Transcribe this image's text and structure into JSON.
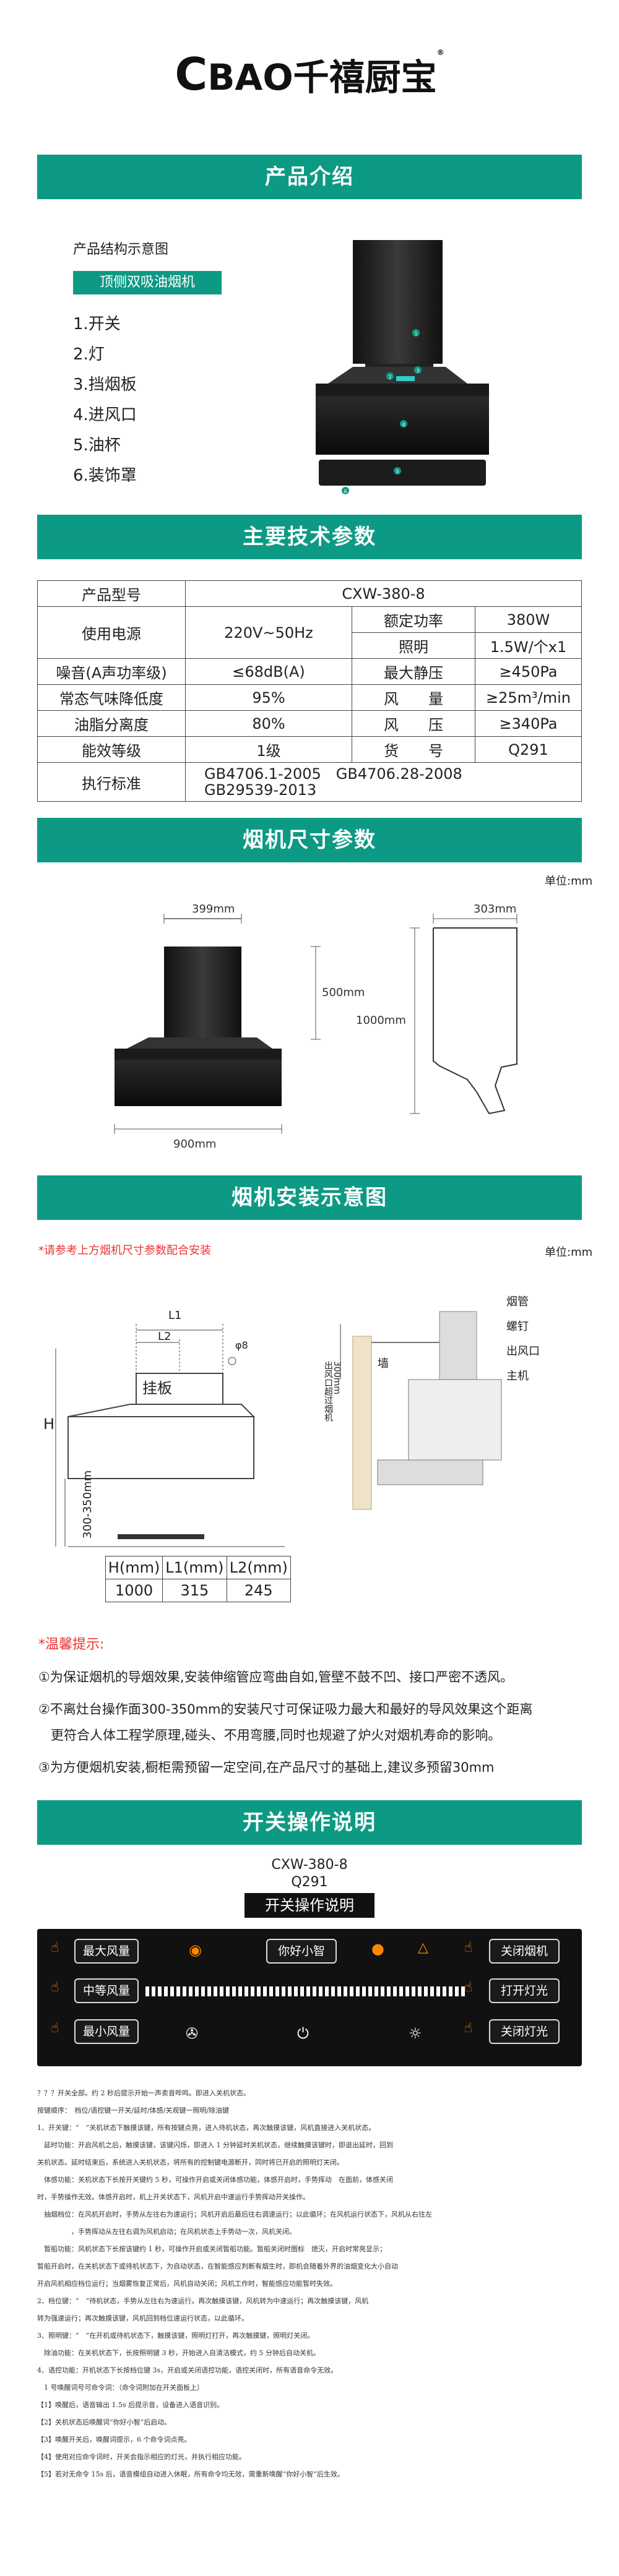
{
  "brand": {
    "name": "BAO千禧厨宝",
    "mark": "C",
    "registered": "®"
  },
  "banners": {
    "intro": "产品介绍",
    "spec": "主要技术参数",
    "dims": "烟机尺寸参数",
    "install": "烟机安装示意图",
    "operation": "开关操作说明"
  },
  "intro": {
    "diagram_title": "产品结构示意图",
    "product_tag": "顶侧双吸油烟机",
    "parts": [
      "1.开关",
      "2.灯",
      "3.挡烟板",
      "4.进风口",
      "5.油杯",
      "6.装饰罩"
    ],
    "markers": [
      "1",
      "2",
      "3",
      "4",
      "5",
      "6"
    ]
  },
  "spec_table": {
    "r1": [
      "产品型号",
      "CXW-380-8"
    ],
    "r2": [
      "使用电源",
      "220V~50Hz",
      "额定功率",
      "380W"
    ],
    "r3": [
      "照明",
      "1.5W/个x1"
    ],
    "r4": [
      "噪音(A声功率级)",
      "≤68dB(A)",
      "最大静压",
      "≥450Pa"
    ],
    "r5": [
      "常态气味降低度",
      "95%",
      "风　　量",
      "≥25m³/min"
    ],
    "r6": [
      "油脂分离度",
      "80%",
      "风　　压",
      "≥340Pa"
    ],
    "r7": [
      "能效等级",
      "1级",
      "货　　号",
      "Q291"
    ],
    "r8": [
      "执行标准",
      "GB4706.1-2005　GB4706.28-2008",
      "GB29539-2013"
    ]
  },
  "dims": {
    "unit": "单位:mm",
    "width_top": "399mm",
    "height": "500mm",
    "width": "900mm",
    "depth": "303mm",
    "total_h": "1000mm"
  },
  "install": {
    "note": "*请参考上方烟机尺寸参数配合安装",
    "unit": "单位:mm",
    "L1": "L1",
    "L2": "L2",
    "phi": "φ8",
    "hook": "挂板",
    "H": "H",
    "range": "300-350mm",
    "outlet_note": "出风口超过烟机",
    "outlet_note2": "300mm",
    "wall": "墙",
    "labels": [
      "烟管",
      "螺钉",
      "出风口",
      "主机"
    ],
    "table_head": [
      "H(mm)",
      "L1(mm)",
      "L2(mm)"
    ],
    "table_row": [
      "1000",
      "315",
      "245"
    ]
  },
  "tips": {
    "title": "*温馨提示:",
    "items": [
      "①为保证烟机的导烟效果,安装伸缩管应弯曲自如,管壁不鼓不凹、接口严密不透风。",
      "②不离灶台操作面300-350mm的安装尺寸可保证吸力最大和最好的导风效果这个距离",
      "更符合人体工程学原理,碰头、不用弯腰,同时也规避了炉火对烟机寿命的影响。",
      "③为方便烟机安装,橱柜需预留一定空间,在产品尺寸的基础上,建议多预留30mm"
    ]
  },
  "operation": {
    "model": "CXW-380-8",
    "code": "Q291",
    "subtitle": "开关操作说明",
    "buttons": {
      "max": "最大风量",
      "mid": "中等风量",
      "min": "最小风量",
      "hello": "你好小智",
      "close_fan": "关闭烟机",
      "light_on": "打开灯光",
      "light_off": "关闭灯光"
    },
    "instructions": [
      "？？？开关全部。约 2 秒后提示开始一声卖音哔鸣。即进入关机状态。",
      "按键顺序：　档位/语控键一开关/延时/体感/关观键一照明/除油键",
      "1、开关键：“　”关机状态下触摸该键，所有按键点亮，进入待机状态，再次触摸该键，风机直接进入关机状态。",
      "　延时功能：开启风机之后，触摸该键，该键闪烁，即进入 1 分钟延时关机状态，继续触摸该键时，即退出延时，回到",
      "关机状态。延时结束后，系统进入关机状态，将所有的控制键电源断开，同时将已开启的照明灯关闭。",
      "　体感功能：关机状态下长按开关键约 5 秒，可操作开启或关闭体感功能，体感开启时，手势挥动　在面前，体感关闭",
      "时，手势操作无效。体感开启时，机上开关状态下，风机开启中速运行手势挥动开关操作。",
      "　抽烟档位：在风机开启时，手势从左往右为速运行；风机开启后最后往右调速运行；以此循环；在风机运行状态下，风机从右往左",
      "　　　　　，手势挥动从左往右调为风机启动；在风机状态上手势动一次，风机关闭。",
      "　暂船功能：风机状态下长按该键约 1 秒，可操作开启或关闭暂船功能。暂船关闭时图标　熄灭，开启时常亮显示；",
      "暂船开启时，在关机状态下或待机状态下，为自动状态，在智能感应判断有烟生时，即机会随着外界的油烟变化大小自动",
      "开启风机相应档位运行；当烟雾恢复正常后，风机自动关闭；风机工作时，智能感应功能暂时失效。",
      "2、档位键：“　”待机状态，手势从左往右为速运行。再次触摸该键，风机转为中速运行；再次触摸该键，风机",
      "转为强速运行；再次触摸该键，风机回到档位速运行状态，以此循环。",
      "3、照明键：“　”在开机或待机状态下，触摸该键，照明灯打开，再次触摸键，照明灯关闭。",
      "　除油功能：在关机状态下，长按照明键 3 秒，开始进入自清洁模式，约 5 分钟后自动关机。",
      "4、语控功能：开机状态下长按档位键 3s，开启或关闭语控功能，语控关闭时，所有语音命令无效。",
      "　1 号唤醒词号可命令词：（命令词附加在开关面板上）",
      "【1】唤醒后，语音输出 1.5s 后提示音，设备进入语音识别。",
      "【2】关机状态后唤醒词“你好小智”后启动。",
      "【3】唤醒开关后，唤醒词提示，6 个命令词点亮。",
      "【4】使用对应命令词时，开关会指示相应的灯光，并执行相应功能。",
      "【5】若对无命令 15s 后，语音模组自动进入休眠，所有命令均无效，需重新唤醒“你好小智”后生效。"
    ]
  }
}
